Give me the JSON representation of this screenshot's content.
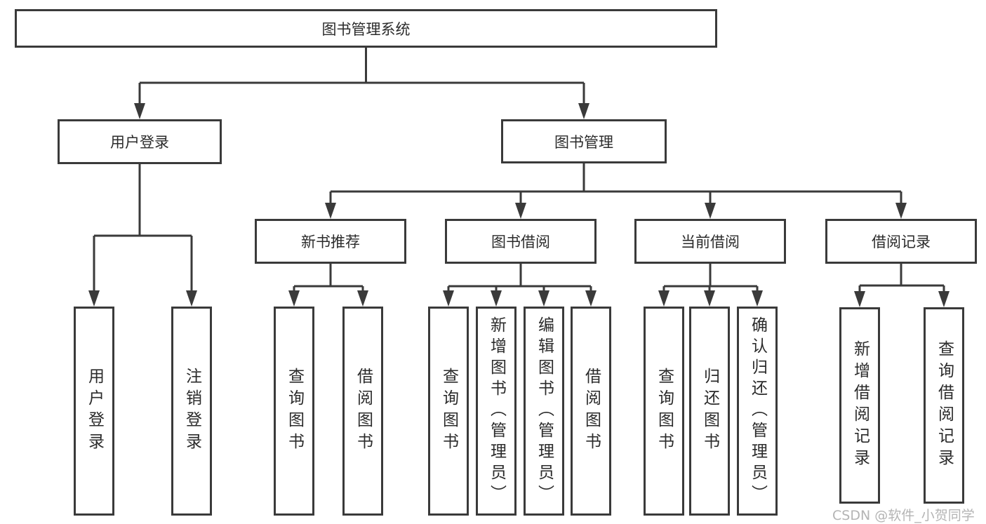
{
  "diagram": {
    "type": "tree",
    "root": {
      "label": "图书管理系统",
      "children": [
        {
          "label": "用户登录",
          "children": [
            {
              "label": "用户登录"
            },
            {
              "label": "注销登录"
            }
          ]
        },
        {
          "label": "图书管理",
          "children": [
            {
              "label": "新书推荐",
              "children": [
                {
                  "label": "查询图书"
                },
                {
                  "label": "借阅图书"
                }
              ]
            },
            {
              "label": "图书借阅",
              "children": [
                {
                  "label": "查询图书"
                },
                {
                  "label": "新增图书（管理员）"
                },
                {
                  "label": "编辑图书（管理员）"
                },
                {
                  "label": "借阅图书"
                }
              ]
            },
            {
              "label": "当前借阅",
              "children": [
                {
                  "label": "查询图书"
                },
                {
                  "label": "归还图书"
                },
                {
                  "label": "确认归还（管理员）"
                }
              ]
            },
            {
              "label": "借阅记录",
              "children": [
                {
                  "label": "新增借阅记录"
                },
                {
                  "label": "查询借阅记录"
                }
              ]
            }
          ]
        }
      ]
    }
  },
  "watermark": {
    "text": "CSDN @软件_小贺同学"
  },
  "colors": {
    "line": "#3a3a3a",
    "box_border": "#3a3a3a",
    "text": "#2b2b2b",
    "background": "#ffffff",
    "watermark": "#b4b4b4"
  }
}
